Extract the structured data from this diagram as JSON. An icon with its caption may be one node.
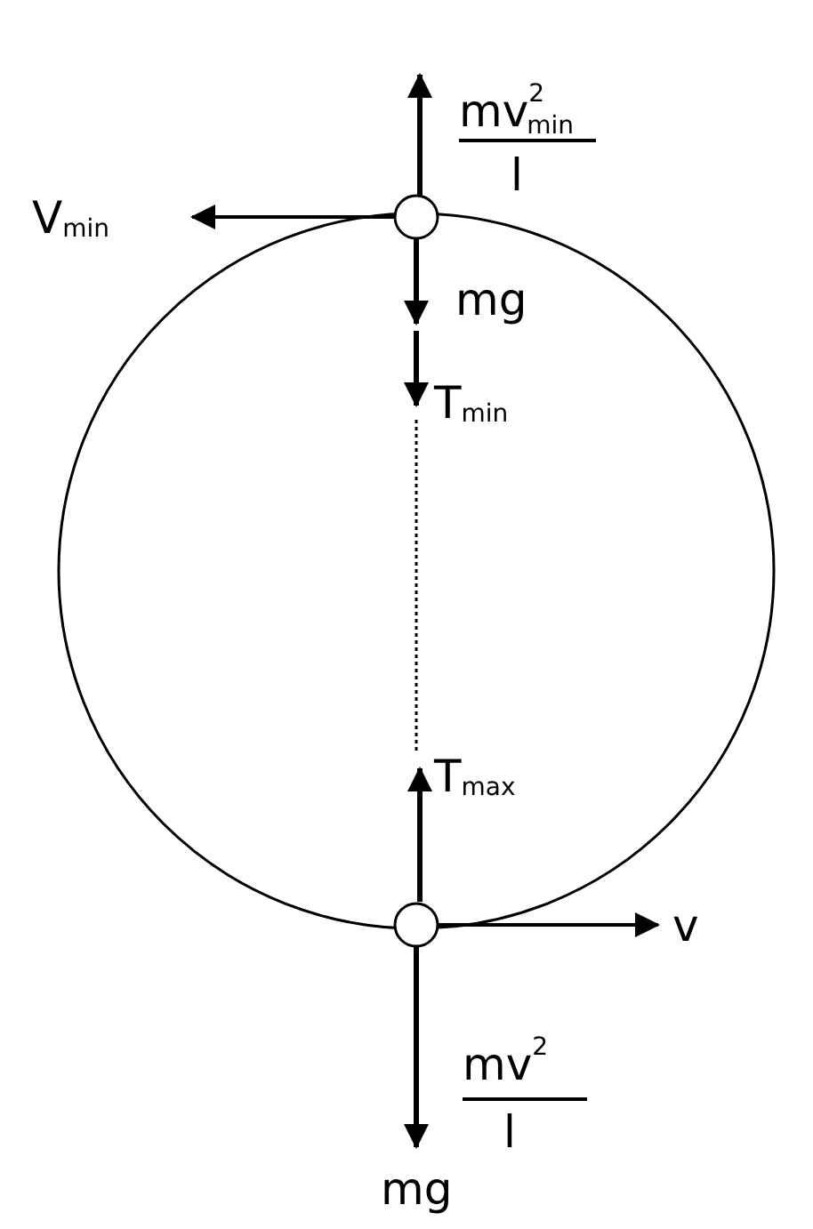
{
  "diagram": {
    "labels": [
      "mv$^{2}$$_{min}$",
      "l",
      "V$_{min}$",
      "mg",
      "T$_{min}$",
      "T$_{max}$",
      "v",
      "mv$^{2}$",
      "l",
      "mg"
    ]
  }
}
